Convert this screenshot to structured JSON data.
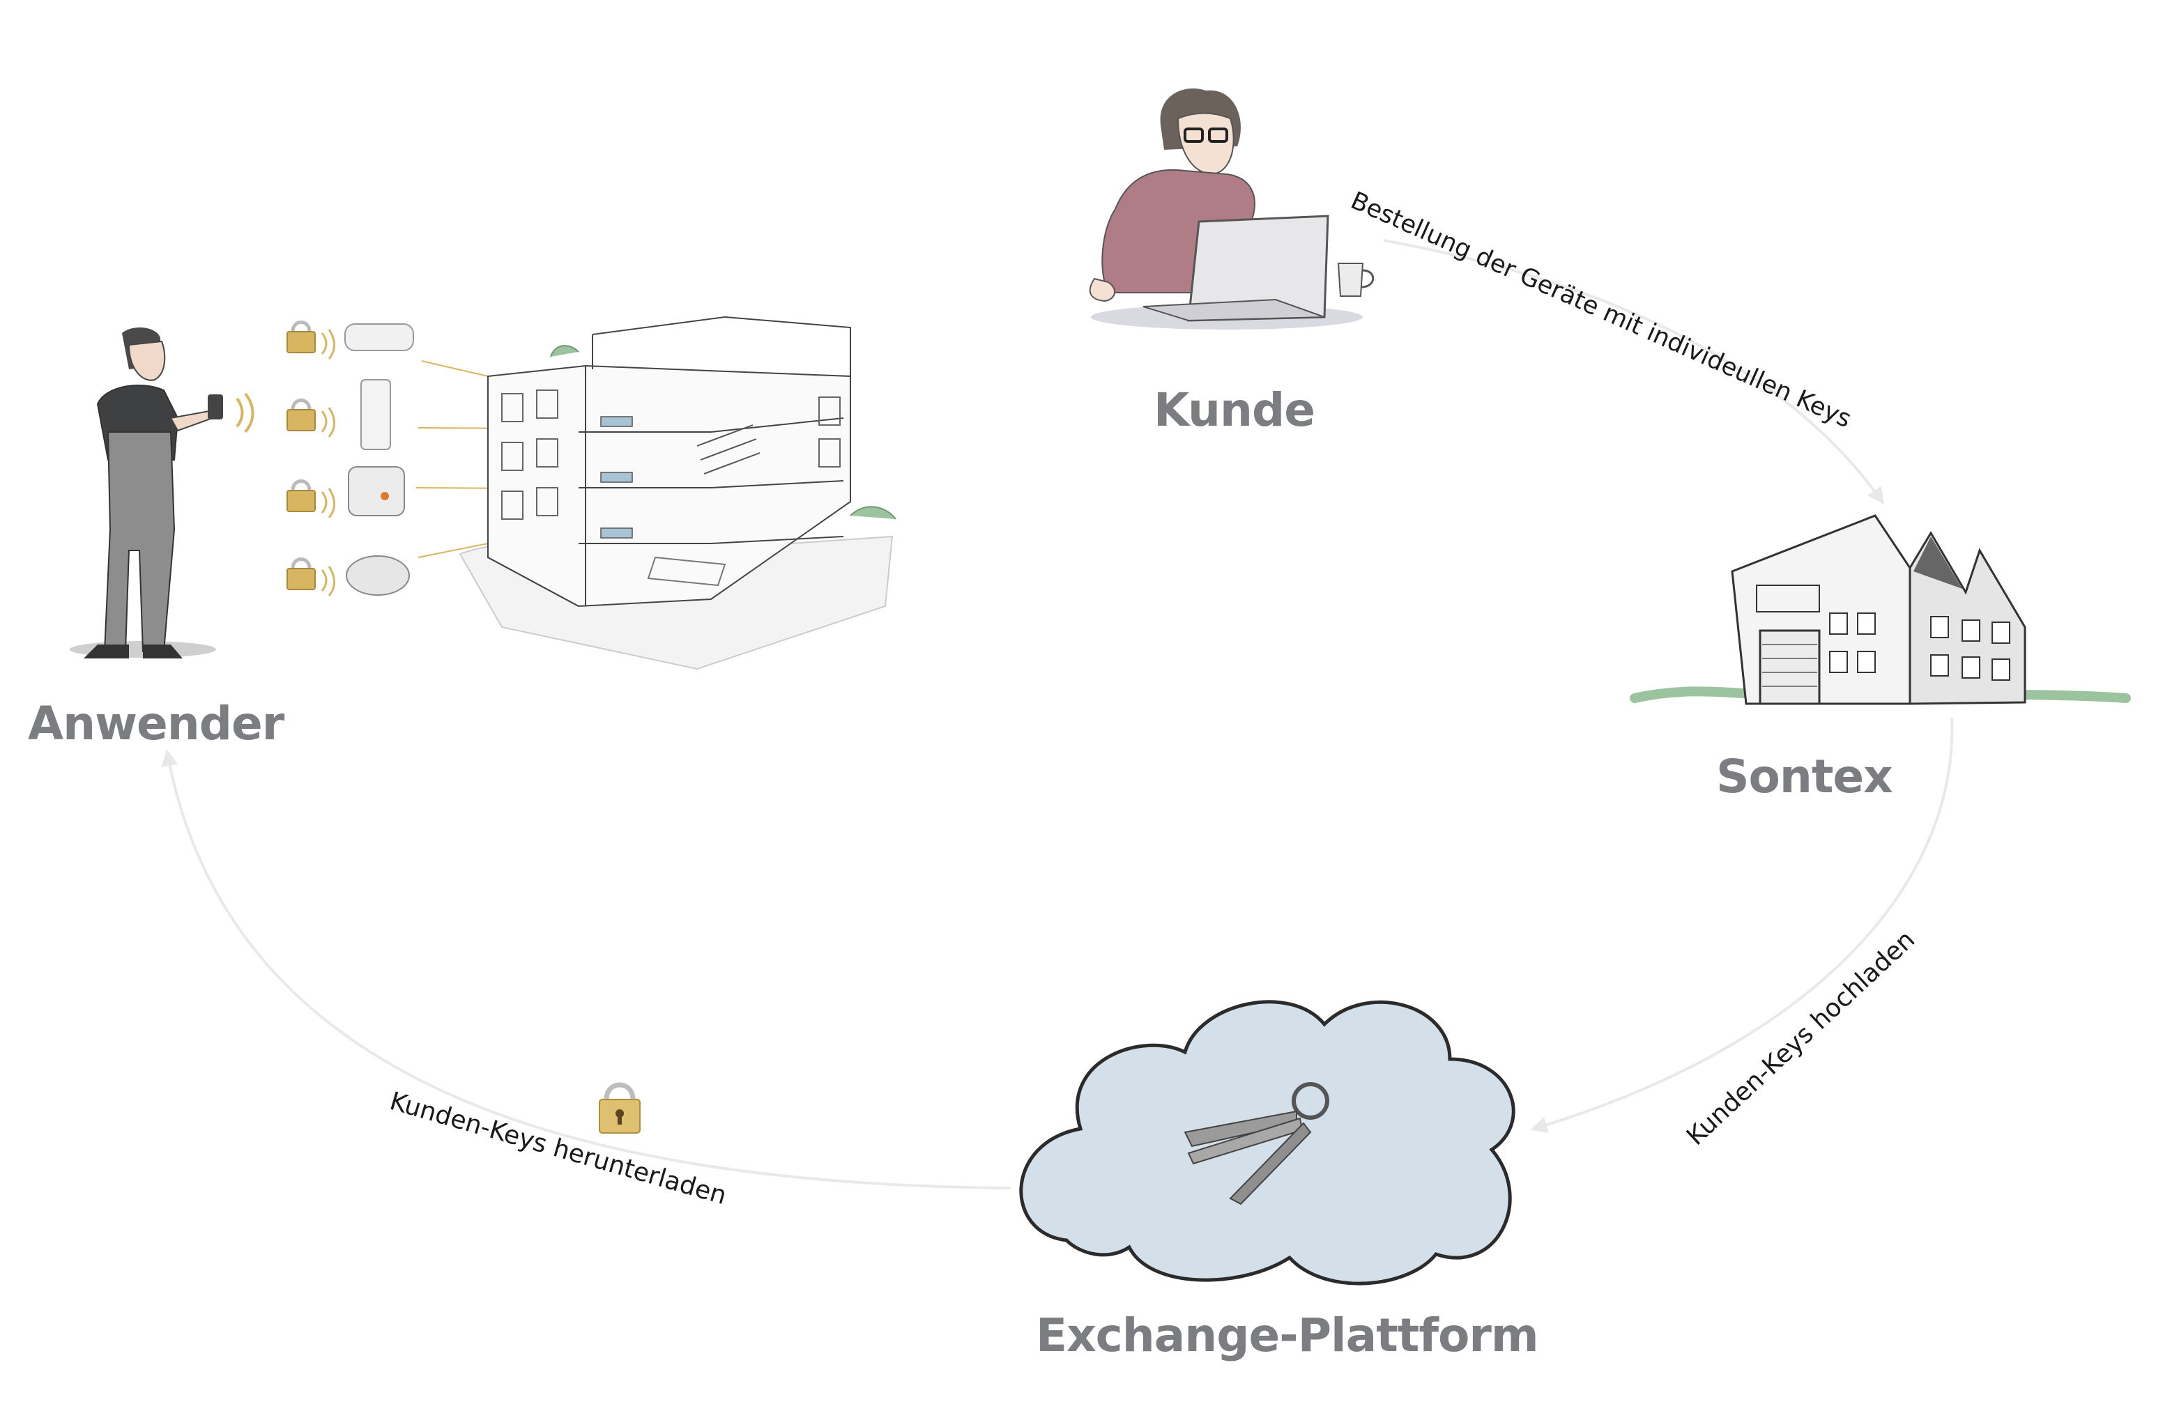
{
  "nodes": {
    "kunde": "Kunde",
    "sontex": "Sontex",
    "exchange": "Exchange-Plattform",
    "anwender": "Anwender"
  },
  "flows": {
    "bestellung": "Bestellung der Geräte mit individeullen Keys",
    "hochladen": "Kunden-Keys hochladen",
    "herunterladen": "Kunden-Keys herunterladen"
  },
  "colors": {
    "label_gray": "#7b7d80",
    "cycle_line": "#e6e6e6",
    "cloud_fill": "#d3e0e9",
    "padlock_gold": "#d8b560",
    "shirt_mauve": "#b07c86"
  },
  "icons": [
    "customer-at-laptop-illustration",
    "factory-illustration",
    "cloud-with-keys-illustration",
    "technician-illustration",
    "building-cutaway-illustration",
    "padlock-icon"
  ]
}
